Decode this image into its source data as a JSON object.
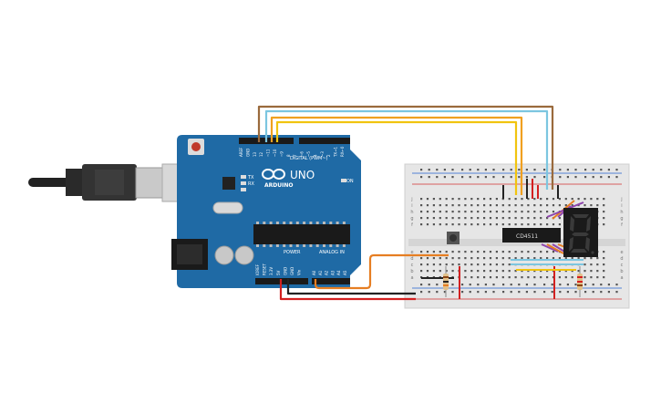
{
  "arduino": {
    "model": "UNO",
    "brand": "ARDUINO",
    "digital_header_label": "DIGITAL (PWM~)",
    "on_label": "ON",
    "tx_label": "TX",
    "rx_label": "RX",
    "power_label": "POWER",
    "analog_label": "ANALOG IN",
    "pin_labels_digital": [
      "AREF",
      "GND",
      "13",
      "12",
      "~11",
      "~10",
      "~9",
      "8",
      "7",
      "~6",
      "~5",
      "4",
      "~3",
      "2",
      "TX→1",
      "RX←0"
    ],
    "pin_labels_power": [
      "IOREF",
      "RESET",
      "3.3V",
      "5V",
      "GND",
      "GND",
      "Vin"
    ],
    "pin_labels_analog": [
      "A0",
      "A1",
      "A2",
      "A3",
      "A4",
      "A5"
    ]
  },
  "breadboard": {
    "row_letters_top": [
      "j",
      "i",
      "h",
      "g",
      "f"
    ],
    "row_letters_bottom": [
      "e",
      "d",
      "c",
      "b",
      "a"
    ],
    "columns": 30
  },
  "ic": {
    "label": "CD4511"
  },
  "colors": {
    "board": "#1f6aa5",
    "wire_brown": "#9a6a3c",
    "wire_cyan": "#7cc6e0",
    "wire_orange": "#f0a020",
    "wire_yellow": "#f1c40f",
    "wire_red": "#d32020",
    "wire_black": "#222222",
    "wire_purple": "#8e44ad",
    "wire_orange2": "#e67e22"
  }
}
